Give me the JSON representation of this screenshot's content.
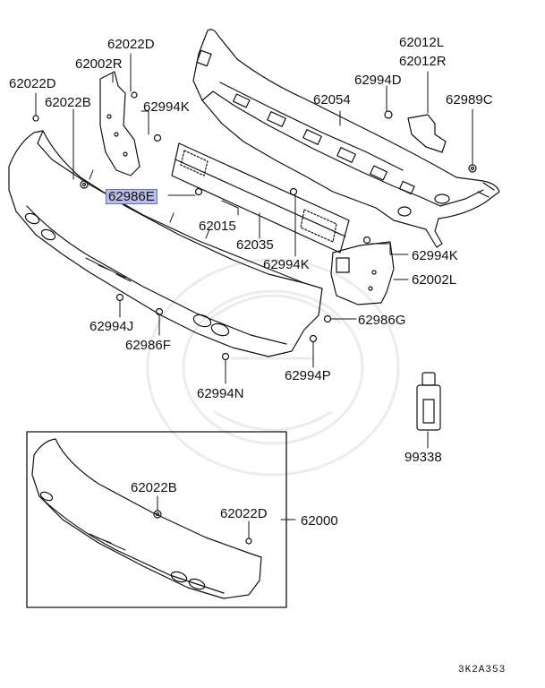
{
  "labels": {
    "l_62022D_a": "62022D",
    "l_62002R": "62002R",
    "l_62022D_b": "62022D",
    "l_62022B_a": "62022B",
    "l_62994K_a": "62994K",
    "l_62986E": "62986E",
    "l_62015": "62015",
    "l_62035": "62035",
    "l_62994K_b": "62994K",
    "l_62012L": "62012L",
    "l_62012R": "62012R",
    "l_62994D": "62994D",
    "l_62054": "62054",
    "l_62989C": "62989C",
    "l_62994K_c": "62994K",
    "l_62002L": "62002L",
    "l_62986G": "62986G",
    "l_62994J": "62994J",
    "l_62986F": "62986F",
    "l_62994P": "62994P",
    "l_62994N": "62994N",
    "l_99338": "99338",
    "l_62022B_b": "62022B",
    "l_62022D_c": "62022D",
    "l_62000": "62000"
  },
  "diagram_code": "3K2A353",
  "colors": {
    "highlight": "#b7bde6",
    "line": "#111111"
  }
}
